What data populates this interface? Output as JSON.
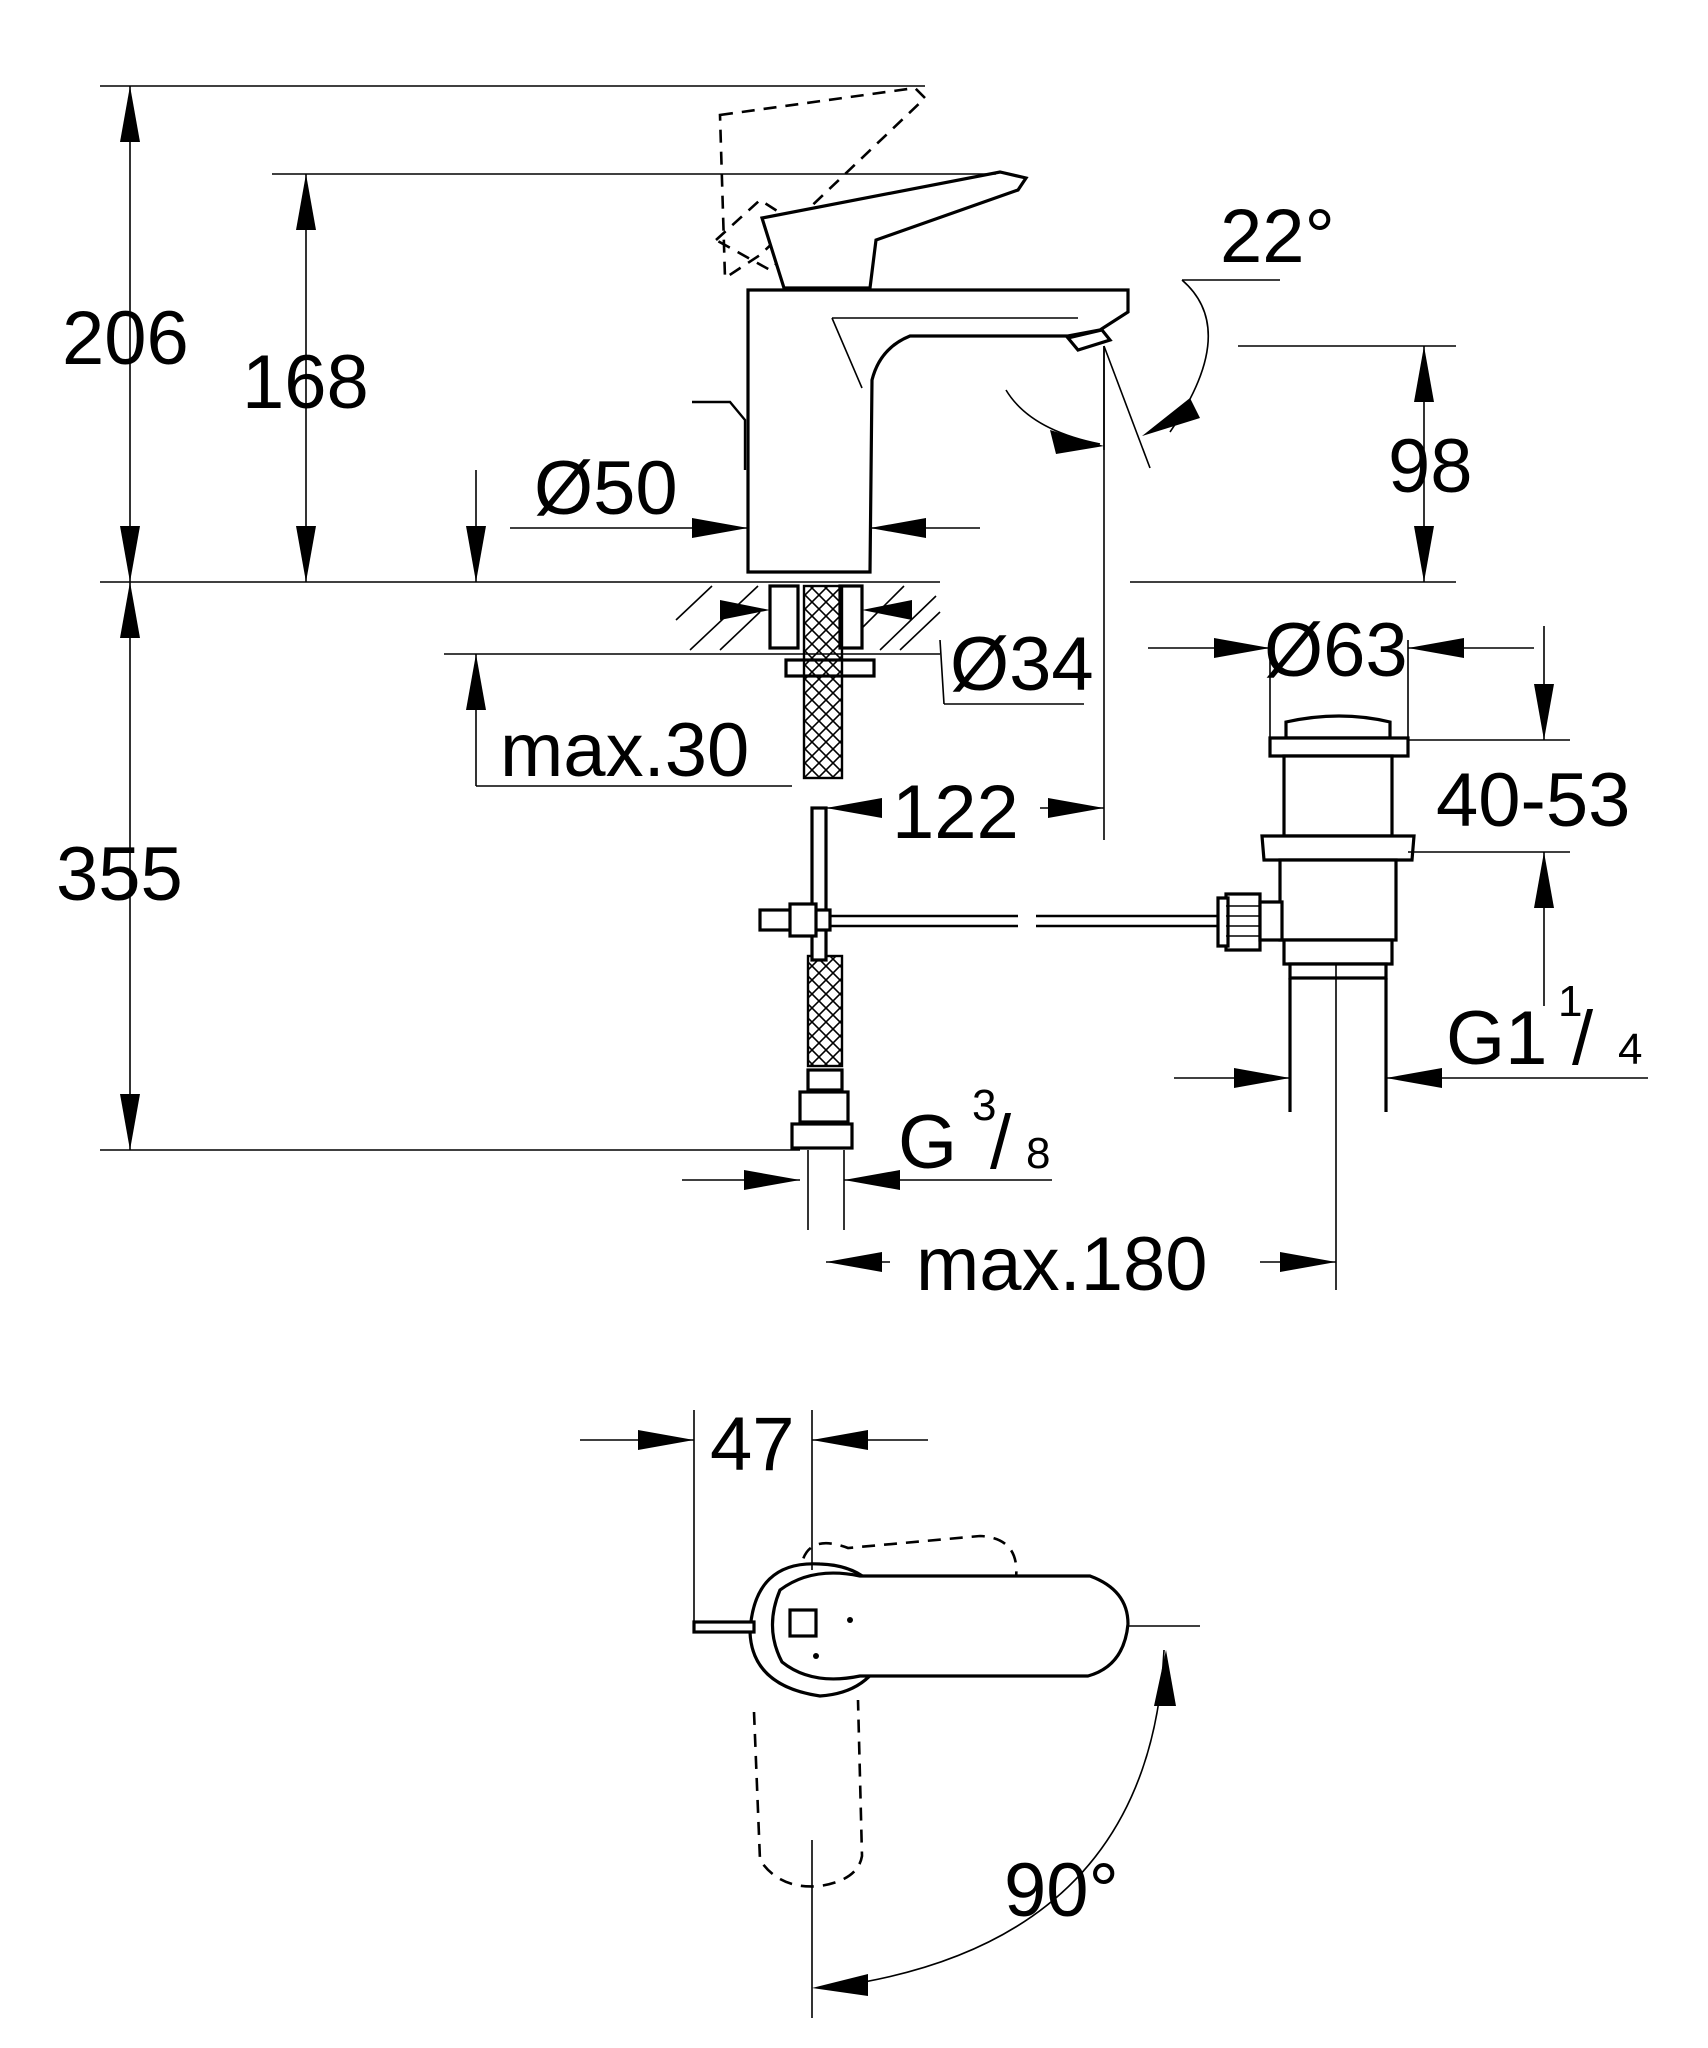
{
  "drawing": {
    "dimensions": {
      "overall_height": "206",
      "lever_height": "168",
      "spout_angle": "22°",
      "outlet_height": "98",
      "body_diameter": "Ø50",
      "hole_diameter": "Ø34",
      "waste_diameter": "Ø63",
      "max_deck_thickness": "max.30",
      "spout_reach": "122",
      "waste_range": "40-53",
      "hose_length": "355",
      "waste_thread": "G1",
      "waste_thread_frac_num": "1",
      "waste_thread_frac_den": "4",
      "supply_thread": "G",
      "supply_thread_frac_num": "3",
      "supply_thread_frac_den": "8",
      "max_distance": "max.180",
      "lever_offset": "47",
      "lever_rotation": "90°"
    }
  }
}
